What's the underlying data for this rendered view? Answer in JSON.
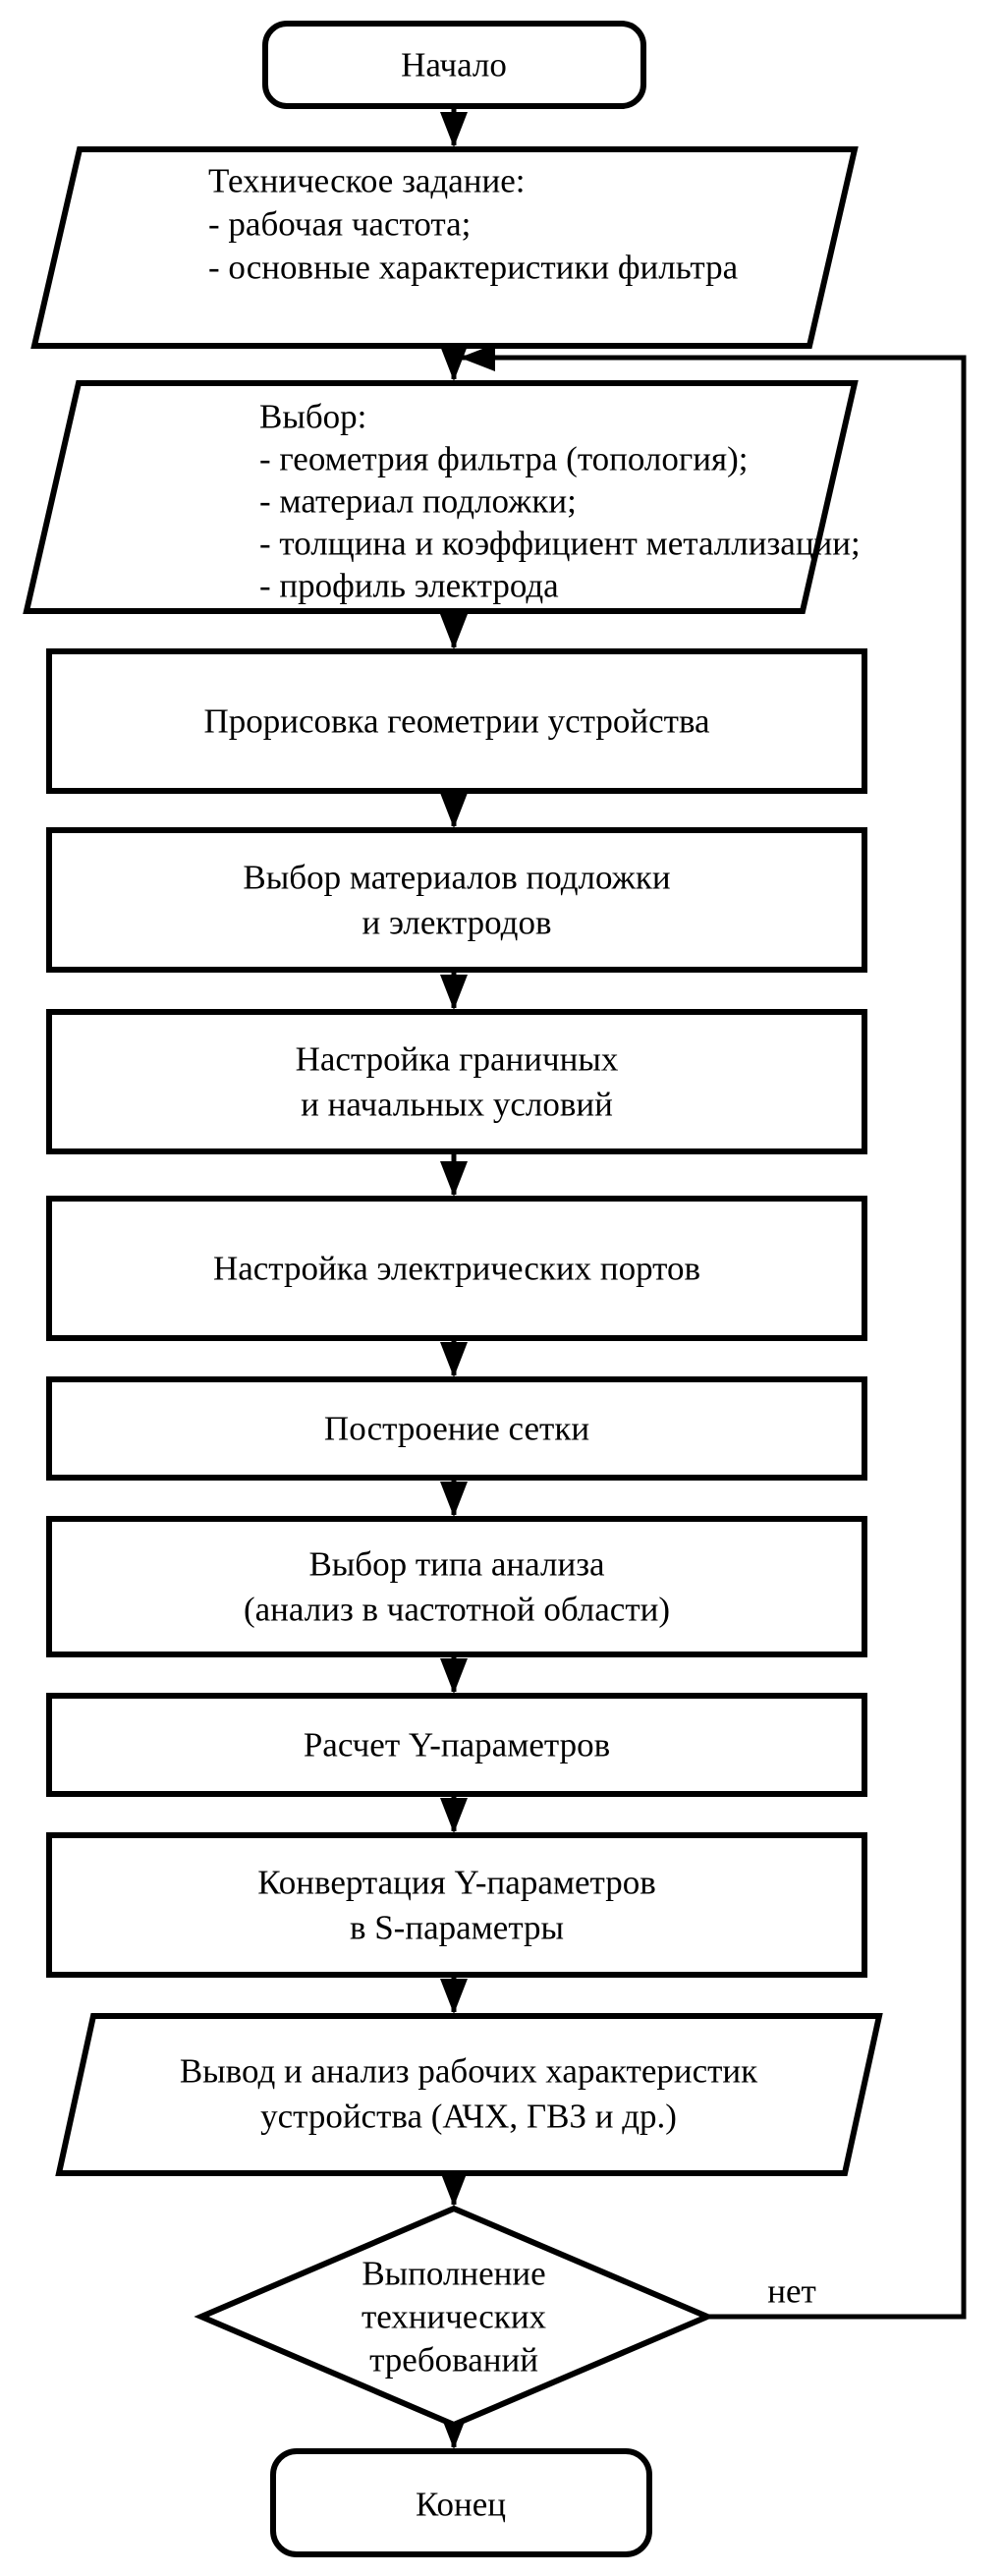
{
  "flowchart": {
    "background_color": "#ffffff",
    "stroke_color": "#000000",
    "text_color": "#000000",
    "nodes": {
      "start": {
        "type": "terminator",
        "lines": [
          "Начало"
        ]
      },
      "spec": {
        "type": "io",
        "lines": [
          "Техническое задание:",
          "- рабочая частота;",
          "- основные характеристики фильтра"
        ]
      },
      "select_params": {
        "type": "io",
        "lines": [
          "Выбор:",
          "- геометрия фильтра (топология);",
          "- материал подложки;",
          "- толщина и коэффициент металлизации;",
          "- профиль электрода"
        ]
      },
      "draw_geometry": {
        "type": "process",
        "lines": [
          "Прорисовка геометрии устройства"
        ]
      },
      "select_materials": {
        "type": "process",
        "lines": [
          "Выбор материалов подложки",
          "и электродов"
        ]
      },
      "boundary_conditions": {
        "type": "process",
        "lines": [
          "Настройка граничных",
          "и начальных условий"
        ]
      },
      "electric_ports": {
        "type": "process",
        "lines": [
          "Настройка электрических портов"
        ]
      },
      "mesh": {
        "type": "process",
        "lines": [
          "Построение сетки"
        ]
      },
      "analysis_type": {
        "type": "process",
        "lines": [
          "Выбор типа анализа",
          "(анализ в частотной области)"
        ]
      },
      "y_params": {
        "type": "process",
        "lines": [
          "Расчет Y-параметров"
        ]
      },
      "convert_params": {
        "type": "process",
        "lines": [
          "Конвертация Y-параметров",
          "в S-параметры"
        ]
      },
      "output_analysis": {
        "type": "io",
        "lines": [
          "Вывод и анализ рабочих характеристик",
          "устройства (АЧХ, ГВЗ и др.)"
        ]
      },
      "decision": {
        "type": "decision",
        "lines": [
          "Выполнение",
          "технических",
          "требований"
        ]
      },
      "end": {
        "type": "terminator",
        "lines": [
          "Конец"
        ]
      }
    },
    "edge_labels": {
      "no": "нет"
    }
  }
}
